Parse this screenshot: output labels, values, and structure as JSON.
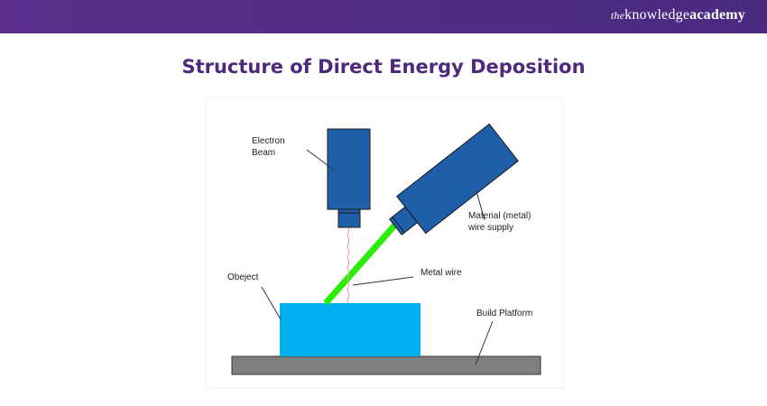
{
  "header": {
    "brand_the": "the",
    "brand_knowledge": "knowledge",
    "brand_academy": "academy"
  },
  "title": "Structure of Direct Energy Deposition",
  "diagram": {
    "labels": {
      "electron_beam_1": "Electron",
      "electron_beam_2": "Beam",
      "wire_supply_1": "Material (metal)",
      "wire_supply_2": "wire supply",
      "object": "Obeject",
      "metal_wire": "Metal wire",
      "build_platform": "Build Platform"
    },
    "colors": {
      "gun_body": "#1f5fa9",
      "object": "#00b0f0",
      "wire_beam": "#2aee0a",
      "platform": "#7f7f7f",
      "header": "#4e2a80",
      "title": "#4e2a7a"
    }
  }
}
